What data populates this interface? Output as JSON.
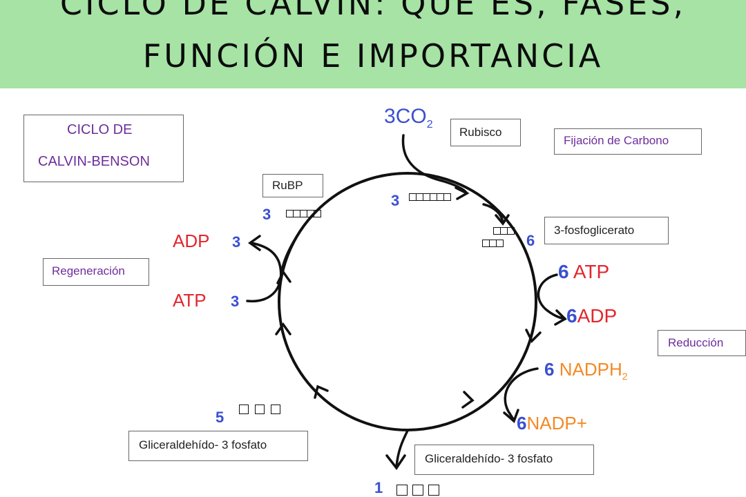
{
  "header": {
    "title_line1": "CICLO DE CALVIN: QUÉ ES, FASES,",
    "title_line2": "FUNCIÓN E IMPORTANCIA",
    "banner_color": "#a6e3a5"
  },
  "diagram": {
    "cycle_title_line1": "CICLO DE",
    "cycle_title_line2": "CALVIN-BENSON",
    "phases": {
      "fixation": "Fijación de Carbono",
      "reduction": "Reducción",
      "regeneration": "Regeneración"
    },
    "boxes": {
      "rubisco": "Rubisco",
      "rubp": "RuBP",
      "pga": "3-fosfoglicerato",
      "g3p_output": "Gliceraldehído- 3 fosfato",
      "g3p_regen": "Gliceraldehído- 3 fosfato"
    },
    "molecules": {
      "co2_count": "3",
      "co2": "CO",
      "co2_sub": "2",
      "six_carbon_count": "3",
      "rubp_count": "3",
      "pga_count": "6",
      "atp_in_count": "6",
      "atp_in": "ATP",
      "adp_out_count": "6",
      "adp_out": "ADP",
      "nadph_count": "6",
      "nadph": "NADPH",
      "nadph_sub": "2",
      "nadp_count": "6",
      "nadp": "NADP+",
      "g3p_regen_count": "5",
      "g3p_out_count": "1",
      "regen_adp": "ADP",
      "regen_adp_count": "3",
      "regen_atp": "ATP",
      "regen_atp_count": "3"
    },
    "colors": {
      "count_blue": "#3a4fd0",
      "energy_red": "#e2262e",
      "nadph_orange": "#f28a25",
      "phase_purple": "#6d2d9c"
    }
  }
}
